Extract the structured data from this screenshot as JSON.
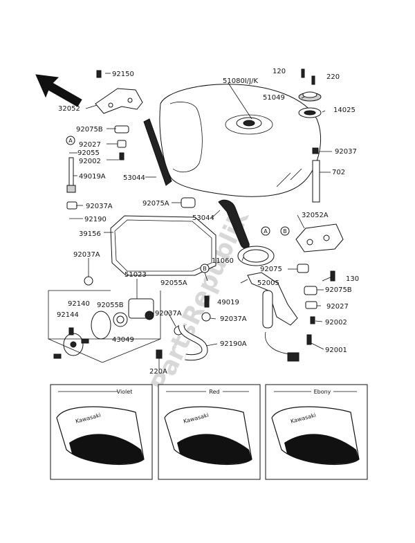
{
  "watermark": "PartsRepublik",
  "labels": {
    "p92150": "92150",
    "p32052": "32052",
    "p92075B_l": "92075B",
    "p92027_l": "92027",
    "p92055": "92055",
    "p92002_l": "92002",
    "p49019A": "49019A",
    "p92037A_1": "92037A",
    "p92190": "92190",
    "p39156": "39156",
    "p92037A_2": "92037A",
    "p51023": "51023",
    "p92140": "92140",
    "p92144": "92144",
    "p92055B": "92055B",
    "p43049": "43049",
    "p220A": "220A",
    "p53044_1": "53044",
    "p92075A": "92075A",
    "p53044_2": "53044",
    "p51080": "51080I/J/K",
    "p120": "120",
    "p220": "220",
    "p51049": "51049",
    "p14025": "14025",
    "p92037": "92037",
    "p702": "702",
    "p32052A": "32052A",
    "p11060": "11060",
    "p92055A": "92055A",
    "p92075_r": "92075",
    "p130": "130",
    "p52005": "52005",
    "p49019": "49019",
    "p92075B_r": "92075B",
    "p92027_r": "92027",
    "p92037A_3": "92037A",
    "p92002_r": "92002",
    "p92190A": "92190A",
    "p92001": "92001",
    "p92037A_4": "92037A"
  },
  "markers": {
    "A": "A",
    "B": "B"
  },
  "color_panels": [
    {
      "name": "Violet",
      "badge": "Kawasaki"
    },
    {
      "name": "Red",
      "badge": "Kawasaki"
    },
    {
      "name": "Ebony",
      "badge": "Kawasaki"
    }
  ]
}
